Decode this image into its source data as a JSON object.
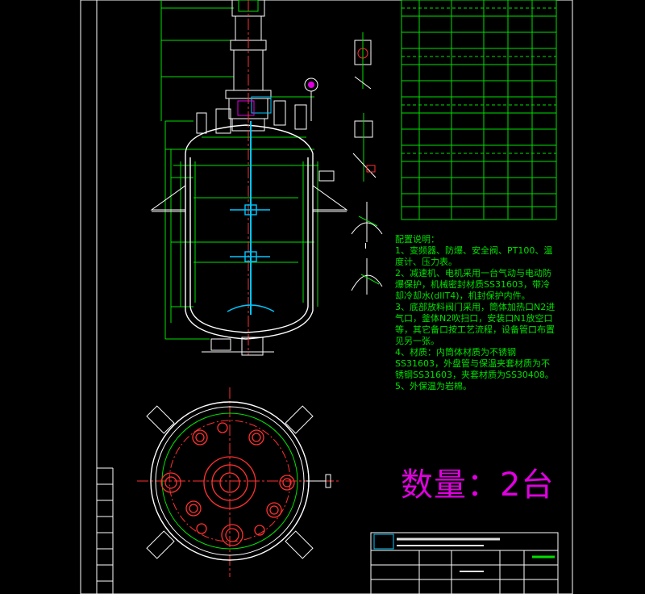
{
  "colors": {
    "background": "#000000",
    "frame": "#ffffff",
    "vessel": "#ffffff",
    "dimension": "#00e000",
    "centerline": "#ff3030",
    "shaft": "#00c8ff",
    "notes": "#00e000",
    "quantity": "#e000e0",
    "table": "#00e000"
  },
  "notes": {
    "heading": "配置说明：",
    "items": [
      "1、变频器、防爆、安全阀、PT100、温度计、压力表。",
      "2、减速机、电机采用一台气动与电动防爆保护，机械密封材质SS31603，带冷却冷却水(dlIT4)，机封保护内件。",
      "3、底部放料阀门采用，筒体加热口N2进气口，釜体N2吹扫口，安装口N1放空口等，其它备口按工艺流程，设备管口布置见另一张。",
      "4、材质：内筒体材质为不锈钢SS31603，外盘管与保温夹套材质为不锈钢SS31603，夹套材质为SS30408。",
      "5、外保温为岩棉。"
    ]
  },
  "quantity_label": "数量：2台"
}
